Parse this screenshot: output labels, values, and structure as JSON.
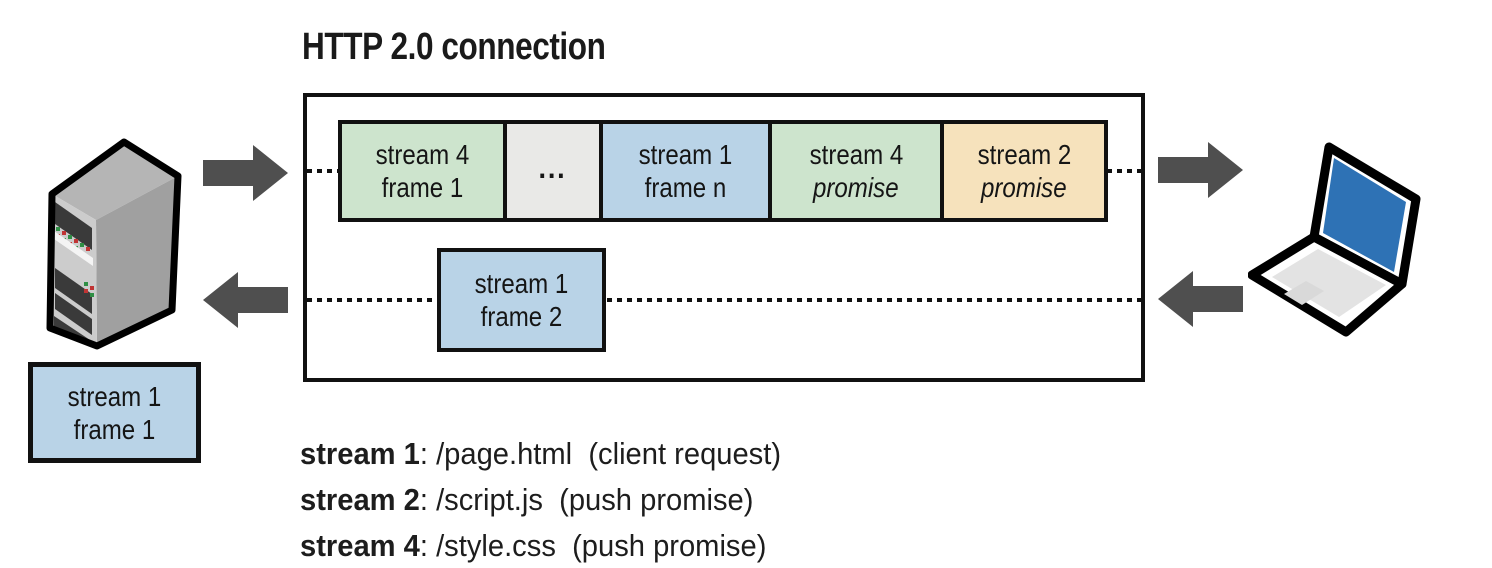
{
  "palette": {
    "green": "#cde4cd",
    "blue": "#b9d3e7",
    "tan": "#f6e2bc",
    "gray": "#e9e9e7",
    "arrow": "#4f4f4f",
    "outline": "#111111",
    "laptop_screen_blue": "#2e72b5",
    "server_front": "#cccccc",
    "server_side": "#a0a0a0",
    "server_top": "#b5b5b5"
  },
  "connection": {
    "title": "HTTP 2.0 connection",
    "top_frames": [
      {
        "line1": "stream 4",
        "line2": "frame 1"
      },
      {
        "line1": "..."
      },
      {
        "line1": "stream 1",
        "line2": "frame n"
      },
      {
        "line1": "stream 4",
        "line2": "promise"
      },
      {
        "line1": "stream 2",
        "line2": "promise"
      }
    ],
    "return_frame": {
      "line1": "stream 1",
      "line2": "frame 2"
    }
  },
  "client": {
    "queued_frame": {
      "line1": "stream 1",
      "line2": "frame 1"
    }
  },
  "legend": {
    "rows": [
      {
        "stream": "stream 1",
        "detail": ": /page.html  (client request)"
      },
      {
        "stream": "stream 2",
        "detail": ": /script.js  (push promise)"
      },
      {
        "stream": "stream 4",
        "detail": ": /style.css  (push promise)"
      }
    ]
  }
}
